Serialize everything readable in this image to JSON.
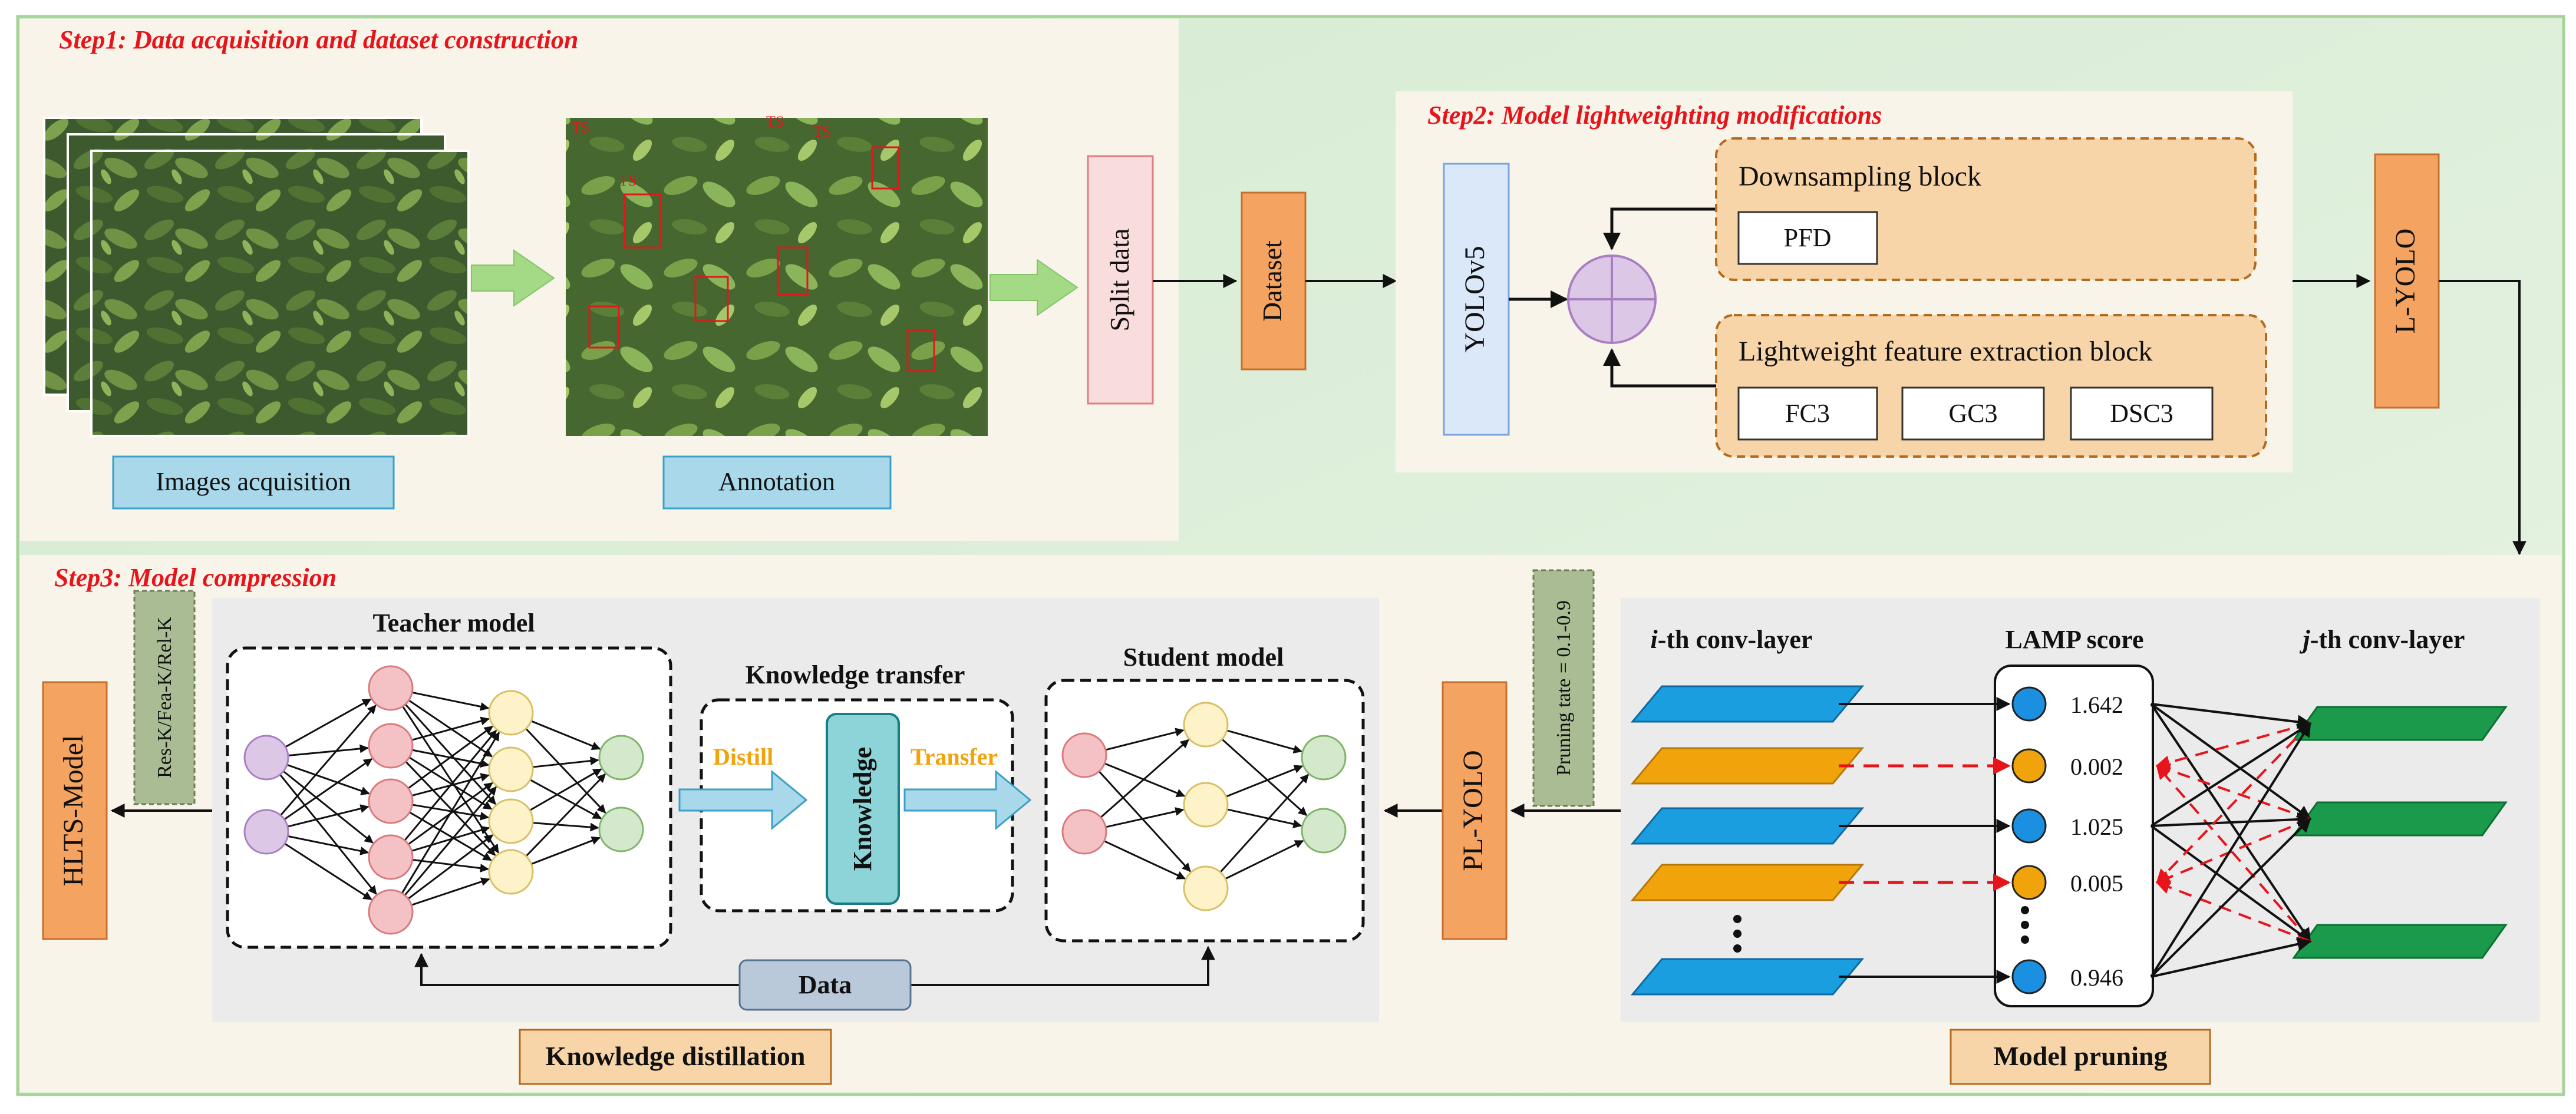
{
  "step1": {
    "title": "Step1: Data acquisition and dataset construction",
    "images_label": "Images acquisition",
    "annotation_label": "Annotation",
    "split_label": "Split data",
    "dataset_label": "Dataset",
    "tag": "TS"
  },
  "step2": {
    "title": "Step2: Model lightweighting modifications",
    "yolo_label": "YOLOv5",
    "downsampling_label": "Downsampling block",
    "pfd_label": "PFD",
    "lfe_label": "Lightweight feature extraction block",
    "fc3_label": "FC3",
    "gc3_label": "GC3",
    "dsc3_label": "DSC3",
    "lyolo_label": "L-YOLO"
  },
  "step3": {
    "title": "Step3: Model compression",
    "hlts_label": "HLTS-Model",
    "kd_types_label": "Res-K/Fea-K/Rel-K",
    "teacher_label": "Teacher model",
    "kt_label": "Knowledge transfer",
    "distill_label": "Distill",
    "knowledge_label": "Knowledge",
    "transfer_label": "Transfer",
    "student_label": "Student model",
    "data_label": "Data",
    "kd_label": "Knowledge distillation",
    "plyolo_label": "PL-YOLO",
    "pruning_rate_label": "Pruning tate = 0.1-0.9",
    "i_conv_italic": "i",
    "i_conv_rest": "-th conv-layer",
    "lamp_label": "LAMP score",
    "j_conv_italic": "j",
    "j_conv_rest": "-th conv-layer",
    "scores": [
      "1.642",
      "0.002",
      "1.025",
      "0.005",
      "0.946"
    ],
    "pruning_label": "Model pruning"
  },
  "colors": {
    "step_title": "#e8141b",
    "light_blue": "#a8d8ea",
    "orange_box": "#f4a460",
    "bar_blue": "#1b9ee0",
    "bar_orange": "#f0a30a",
    "bar_green": "#1a9a4a",
    "circle_blue": "#1b8fe0",
    "circle_orange": "#f0a30a"
  }
}
